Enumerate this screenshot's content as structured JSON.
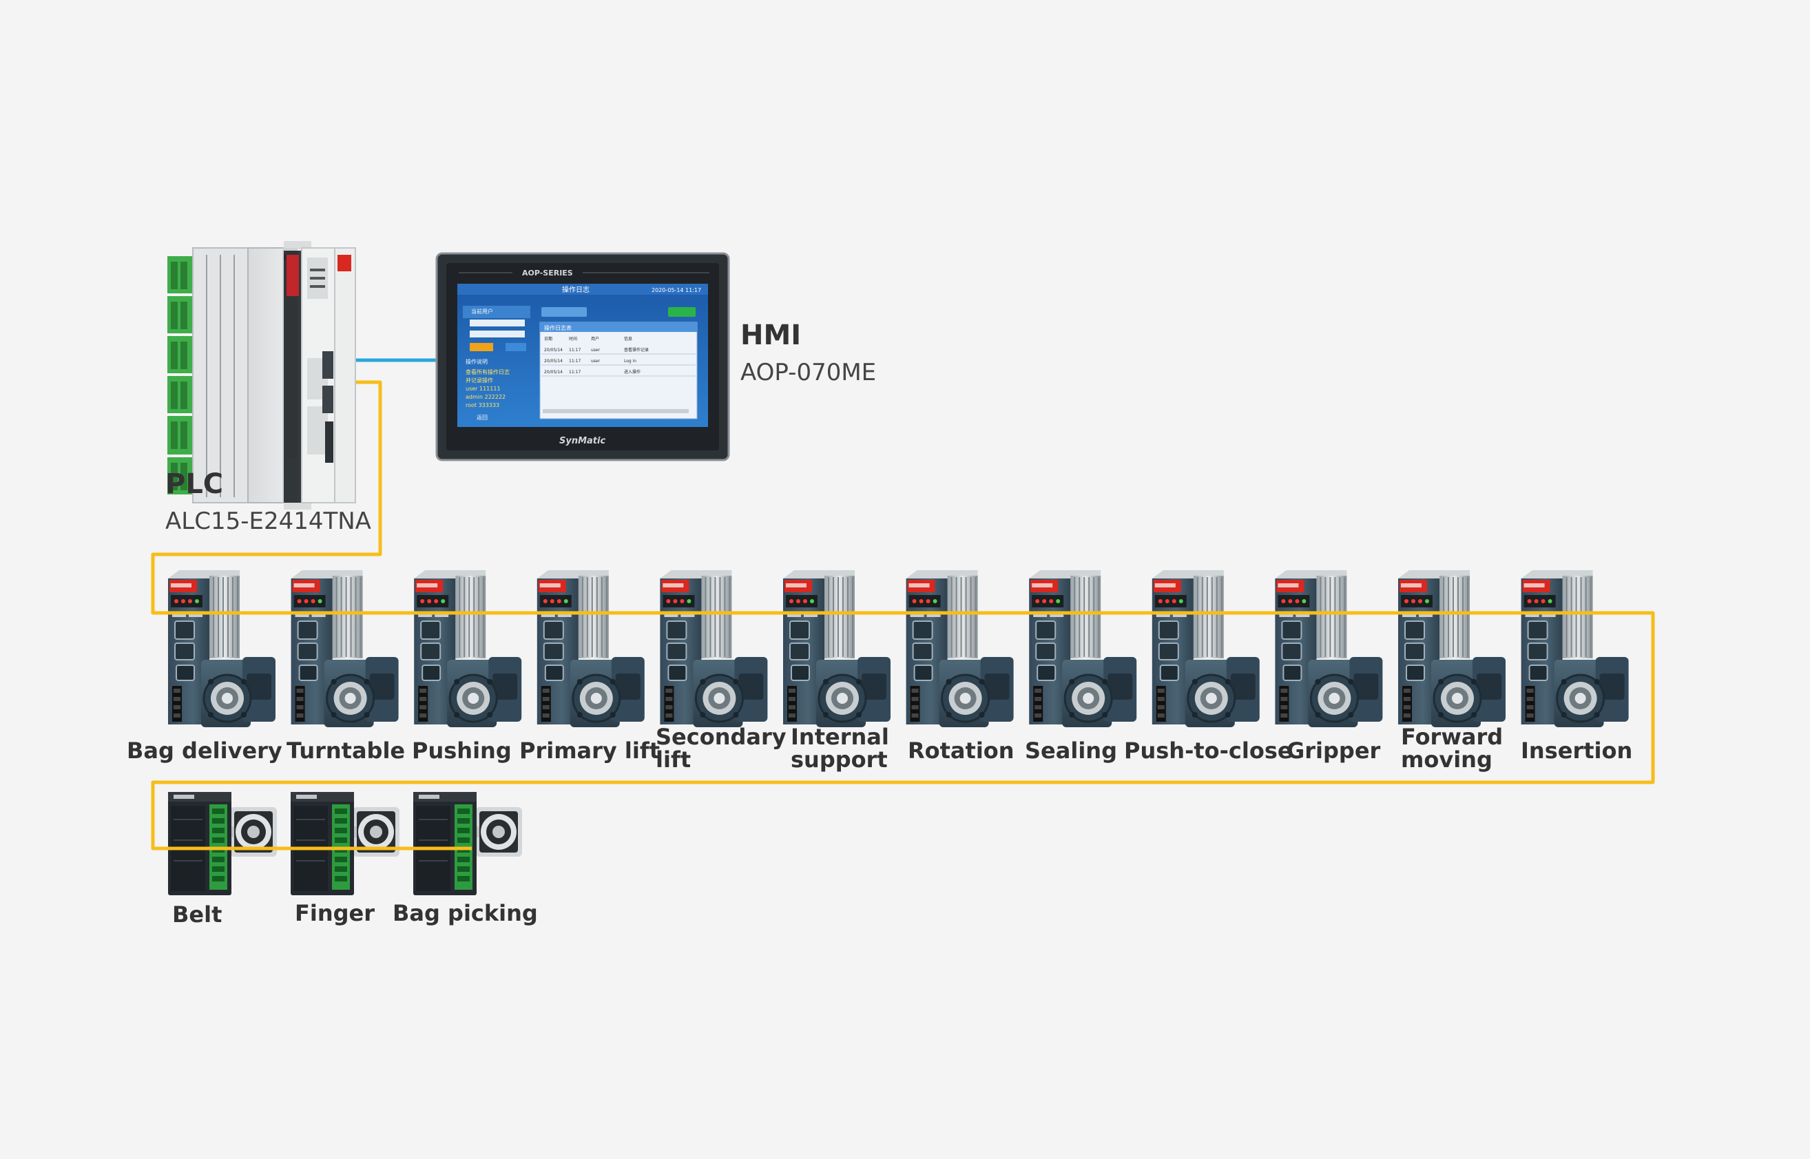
{
  "plc": {
    "title": "PLC",
    "model": "ALC15-E2414TNA"
  },
  "hmi": {
    "title": "HMI",
    "model": "AOP-070ME",
    "bezel_top": "AOP-SERIES",
    "bezel_bottom": "SynMatic",
    "screen": {
      "header": "操作日志",
      "datetime": "2020-05-14  11:17",
      "left_rows": [
        "当前用户",
        "操作说明",
        "查看所有操作日志",
        "并记录操作",
        "user 111111",
        "admin 222222",
        "root 333333",
        "返回"
      ],
      "table_title": "操作日志表",
      "table_headers": [
        "日期",
        "时间",
        "用户",
        "信息"
      ],
      "table_rows": [
        [
          "20/05/14",
          "11:17",
          "user",
          "查看操作记录"
        ],
        [
          "20/05/14",
          "11:17",
          "user",
          "Log in"
        ],
        [
          "20/05/14",
          "11:17",
          "",
          "进入操作"
        ]
      ]
    }
  },
  "servos": [
    {
      "label": "Bag delivery"
    },
    {
      "label": "Turntable"
    },
    {
      "label": "Pushing"
    },
    {
      "label": "Primary lift"
    },
    {
      "label": "Secondary\nlift"
    },
    {
      "label": "Internal\nsupport"
    },
    {
      "label": "Rotation"
    },
    {
      "label": "Sealing"
    },
    {
      "label": "Push-to-close"
    },
    {
      "label": "Gripper"
    },
    {
      "label": "Forward\nmoving"
    },
    {
      "label": "Insertion"
    }
  ],
  "steppers": [
    {
      "label": "Belt"
    },
    {
      "label": "Finger"
    },
    {
      "label": "Bag picking"
    }
  ],
  "colors": {
    "background": "#f4f4f4",
    "bus_line": "#f7bd1a",
    "hmi_link": "#2aa7dd",
    "device_body": "#3f5666",
    "plc_terminal": "#3fae4a"
  }
}
